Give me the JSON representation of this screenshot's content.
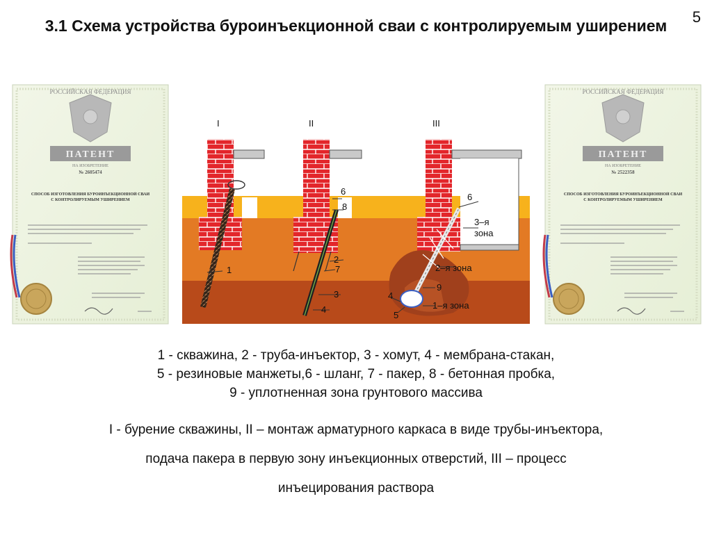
{
  "slide_number": "5",
  "title": "3.1 Схема устройства буроинъекционной сваи с контролируемым уширением",
  "patent_left": {
    "country": "РОССИЙСКАЯ ФЕДЕРАЦИЯ",
    "doc_type": "ПАТЕНТ",
    "subtitle": "НА ИЗОБРЕТЕНИЕ",
    "number": "№ 2605474",
    "invention_title": "СПОСОБ ИЗГОТОВЛЕНИЯ БУРОИНЪЕКЦИОННОЙ СВАИ С КОНТРОЛИРУЕМЫМ УШИРЕНИЕМ"
  },
  "patent_right": {
    "country": "РОССИЙСКАЯ ФЕДЕРАЦИЯ",
    "doc_type": "ПАТЕНТ",
    "subtitle": "НА ИЗОБРЕТЕНИЕ",
    "number": "№ 2522358",
    "invention_title": "СПОСОБ ИЗГОТОВЛЕНИЯ БУРОИНЪЕКЦИОННОЙ СВАИ С КОНТРОЛИРУЕМЫМ УШИРЕНИЕМ"
  },
  "diagram": {
    "stages": [
      "I",
      "II",
      "III"
    ],
    "labels_stage1": [
      "1"
    ],
    "labels_stage2": [
      "6",
      "8",
      "2",
      "7",
      "3",
      "4"
    ],
    "labels_stage3": [
      "6",
      "3–я",
      "зона",
      "2–я зона",
      "9",
      "4",
      "5",
      "1–я зона"
    ],
    "colors": {
      "brick": "#e3262b",
      "sand": "#f7b21c",
      "clay_upper": "#e37a24",
      "clay_lower": "#b84a1a",
      "slab": "#c9c9c9"
    }
  },
  "legend_lines": [
    "1 - скважина, 2 - труба-инъектор, 3 - хомут, 4 - мембрана-стакан,",
    "5 - резиновые манжеты,6 - шланг, 7 - пакер, 8 - бетонная пробка,",
    "9 - уплотненная зона грунтового массива"
  ],
  "stage_lines": [
    "I - бурение скважины, II – монтаж арматурного каркаса в виде трубы-инъектора,",
    "подача пакера в первую зону инъекционных отверстий,  III – процесс",
    "инъецирования раствора"
  ]
}
